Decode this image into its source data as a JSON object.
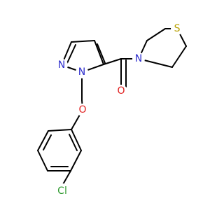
{
  "molecule": {
    "atoms": [
      {
        "id": "N1",
        "label": "N",
        "color": "#2d2dcc"
      },
      {
        "id": "N2",
        "label": "N",
        "color": "#2d2dcc"
      },
      {
        "id": "N4",
        "label": "N",
        "color": "#2d2dcc"
      },
      {
        "id": "O5",
        "label": "O",
        "color": "#e02020"
      },
      {
        "id": "O6",
        "label": "O",
        "color": "#e02020"
      },
      {
        "id": "S7",
        "label": "S",
        "color": "#b8a000"
      },
      {
        "id": "CL8",
        "label": "Cl",
        "color": "#2f9a2f"
      }
    ],
    "bond_color": "#000000"
  }
}
